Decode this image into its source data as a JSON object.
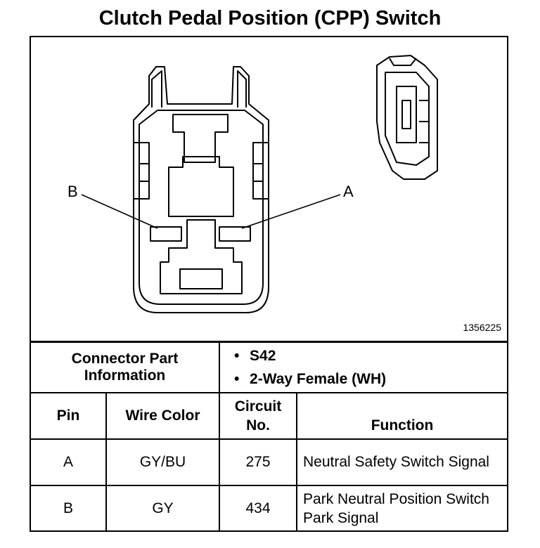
{
  "title": "Clutch Pedal Position (CPP) Switch",
  "figure": {
    "figure_number": "1356225",
    "pin_labels": {
      "b": "B",
      "a": "A"
    }
  },
  "connector_info": {
    "label": "Connector Part Information",
    "items": [
      "S42",
      "2-Way Female (WH)"
    ]
  },
  "table": {
    "headers": {
      "pin": "Pin",
      "wire_color": "Wire Color",
      "circuit": "Circuit No.",
      "function": "Function"
    },
    "rows": [
      {
        "pin": "A",
        "wire_color": "GY/BU",
        "circuit": "275",
        "function": "Neutral Safety Switch Signal"
      },
      {
        "pin": "B",
        "wire_color": "GY",
        "circuit": "434",
        "function": "Park Neutral Position Switch Park Signal"
      }
    ]
  }
}
